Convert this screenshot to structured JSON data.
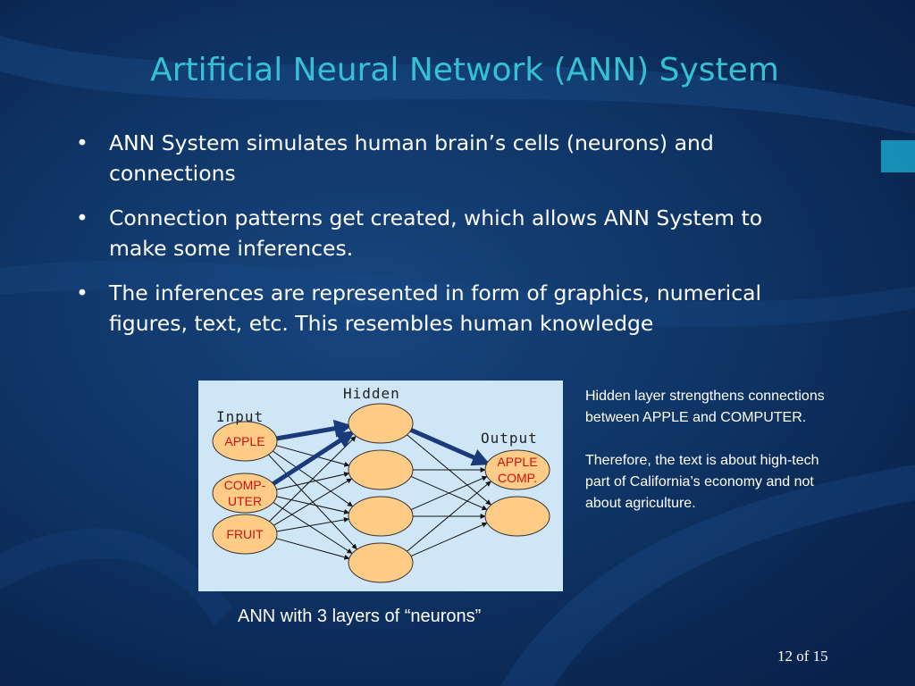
{
  "slide": {
    "title": "Artificial Neural Network (ANN) System",
    "bullets": [
      "ANN System simulates human brain’s cells (neurons) and connections",
      "Connection patterns get created, which allows ANN System to make some inferences.",
      "The inferences are represented in form of graphics, numerical figures, text, etc. This resembles human knowledge"
    ],
    "bullet_marker": "•",
    "caption": "ANN with 3 layers of “neurons”",
    "side_note": [
      "Hidden layer strengthens connections between APPLE and COMPUTER.",
      "Therefore, the text is about high-tech part of California’s economy and not about agriculture."
    ],
    "page_number": "12 of 15"
  },
  "diagram": {
    "layers": {
      "input": "Input",
      "hidden": "Hidden",
      "output": "Output"
    },
    "input_nodes": [
      {
        "lines": [
          "APPLE"
        ]
      },
      {
        "lines": [
          "COMP-",
          "UTER"
        ]
      },
      {
        "lines": [
          "FRUIT"
        ]
      }
    ],
    "output_nodes": [
      {
        "lines": [
          "APPLE",
          "COMP."
        ]
      },
      {
        "lines": []
      }
    ],
    "hidden_node_count": 4,
    "colors": {
      "node_fill": "#ffcc88",
      "edge": "#111111",
      "strong_edge": "#1a3a7a",
      "node_text": "#cc1111",
      "panel": "#cfe6f7"
    }
  }
}
